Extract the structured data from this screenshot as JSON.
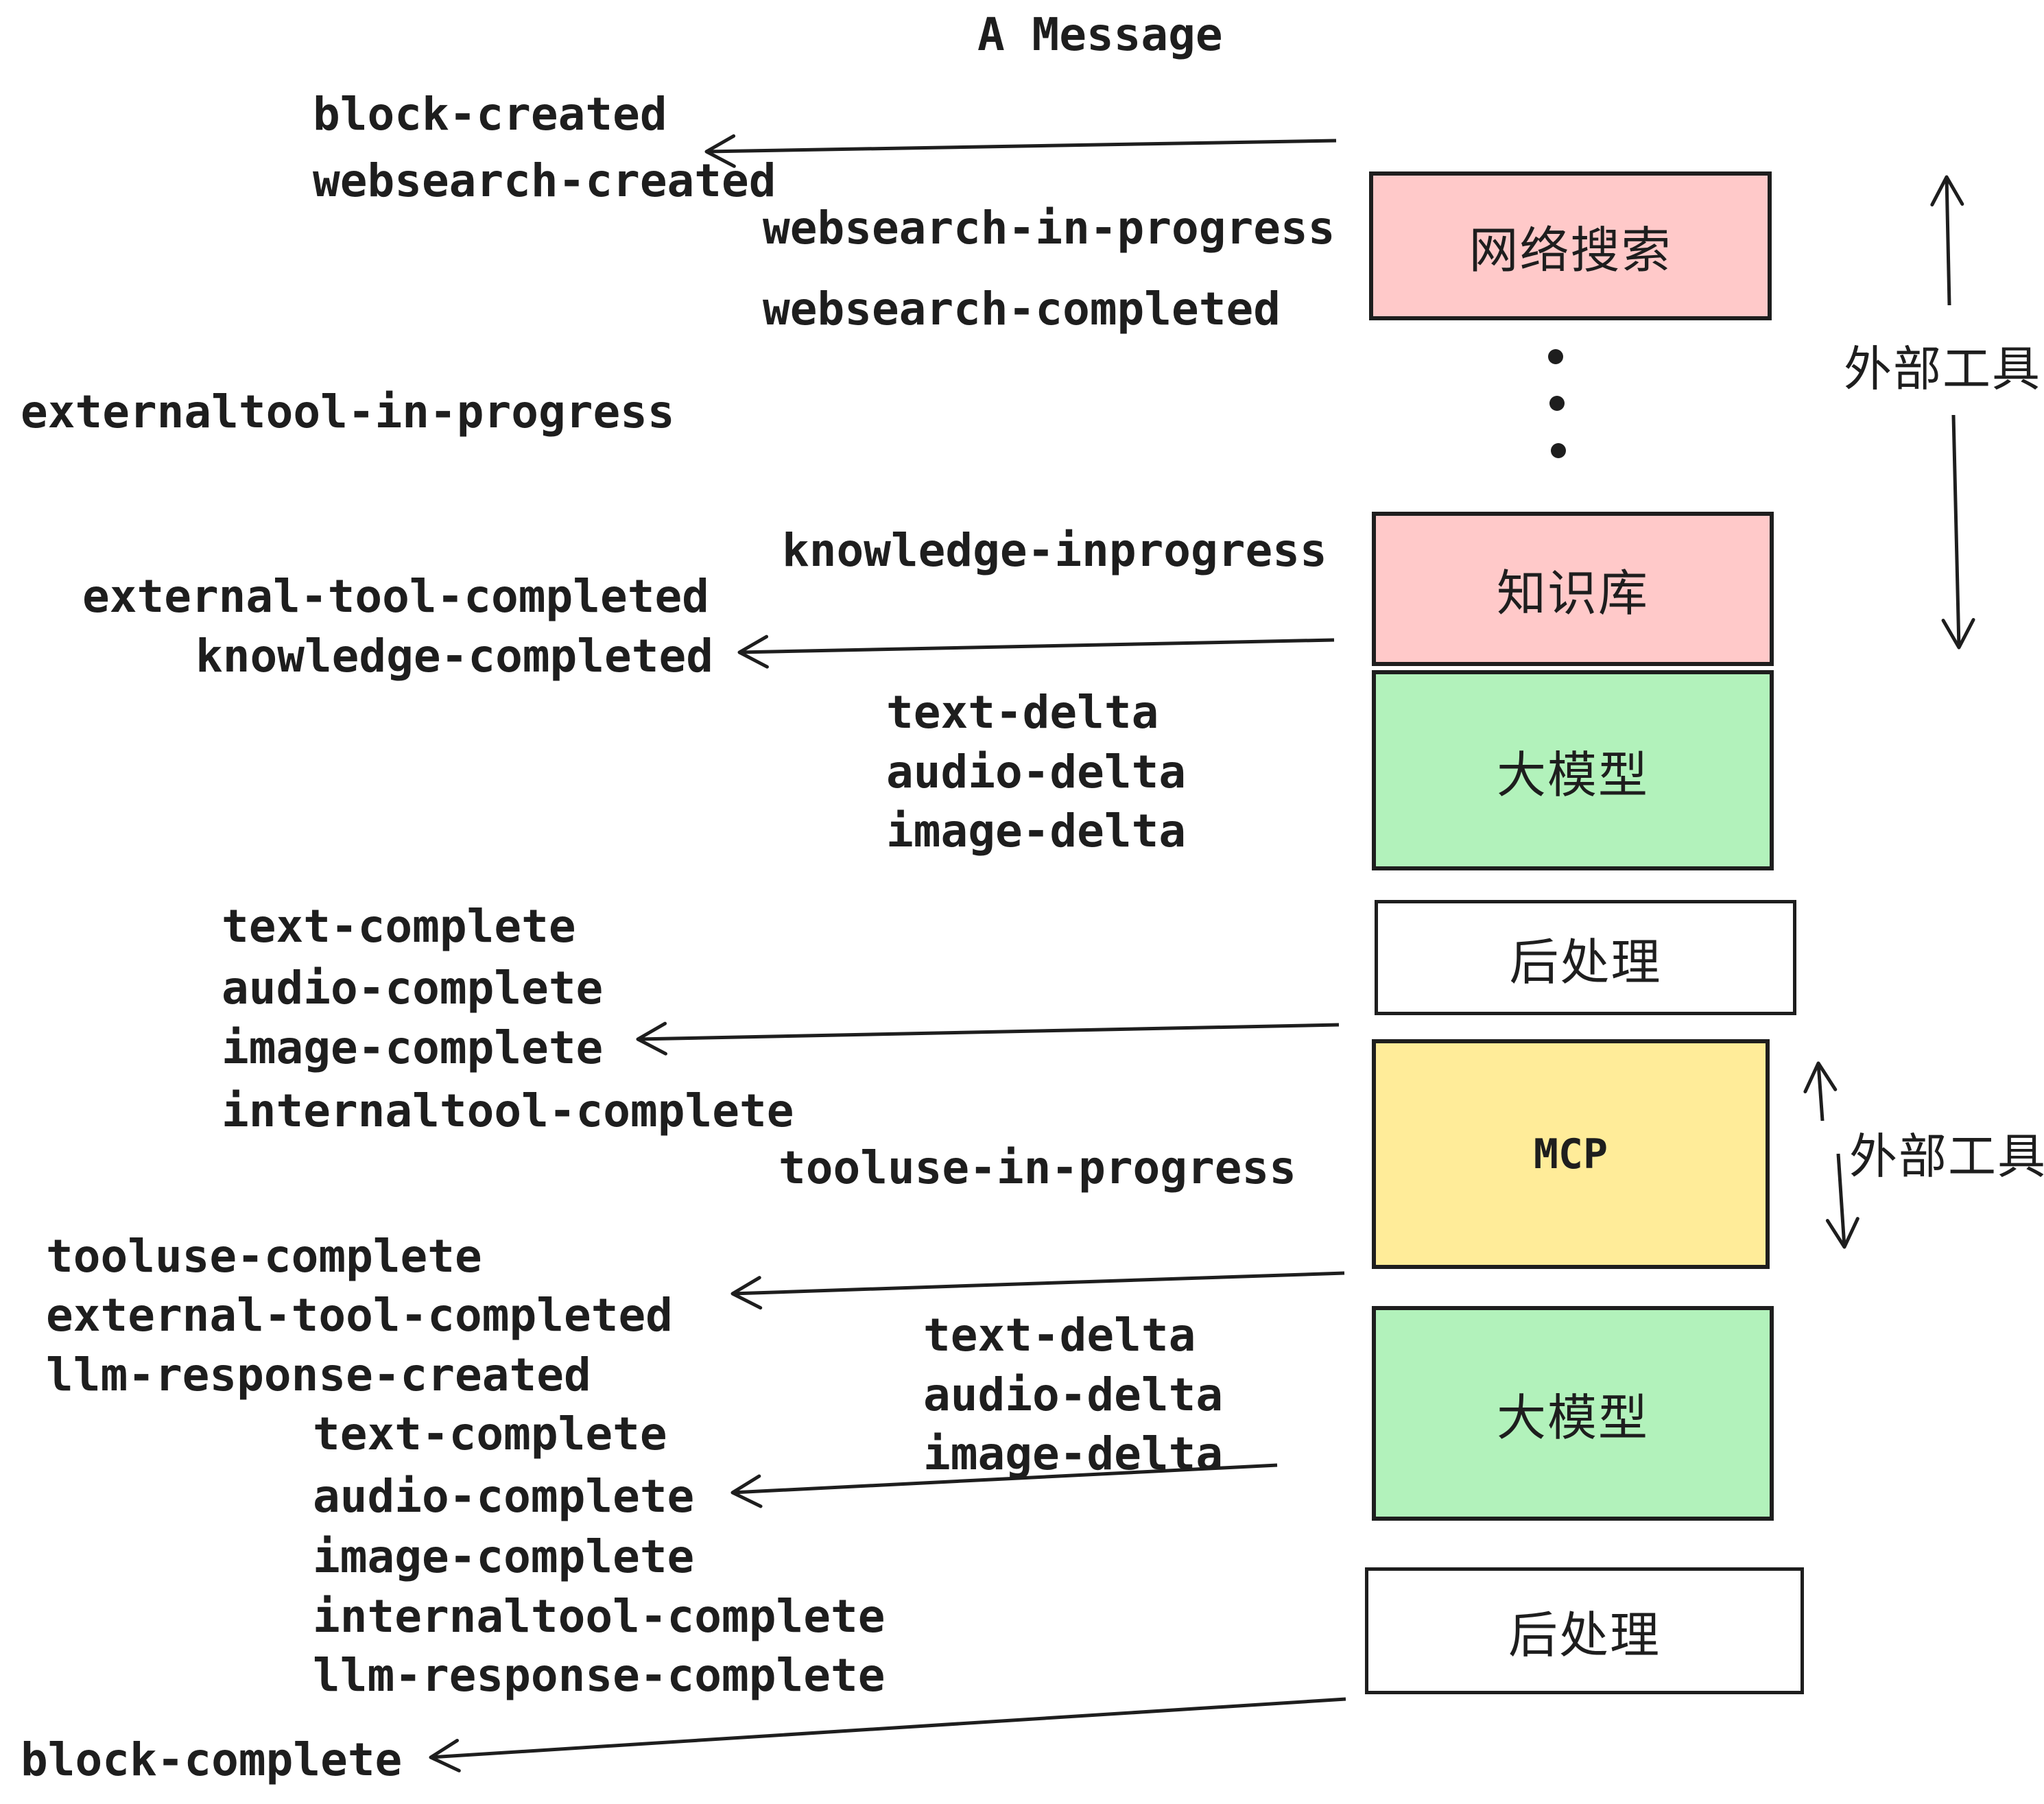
{
  "title": "A Message",
  "colors": {
    "stroke": "#1e1e1e",
    "pink": "#ffc9c9",
    "green": "#b2f2bb",
    "yellow": "#ffec99",
    "white": "#ffffff"
  },
  "boxes": {
    "websearch": {
      "label": "网络搜索"
    },
    "knowledge": {
      "label": "知识库"
    },
    "llm1": {
      "label": "大模型"
    },
    "post1": {
      "label": "后处理"
    },
    "mcp": {
      "label": "MCP"
    },
    "llm2": {
      "label": "大模型"
    },
    "post2": {
      "label": "后处理"
    }
  },
  "side_labels": {
    "external_tools_top": "外部工具",
    "external_tools_mid": "外部工具"
  },
  "events": {
    "block_created": "block-created",
    "websearch_created": "websearch-created",
    "websearch_in_progress": "websearch-in-progress",
    "websearch_completed": "websearch-completed",
    "externaltool_in_progress": "externaltool-in-progress",
    "knowledge_inprogress": "knowledge-inprogress",
    "external_tool_completed": "external-tool-completed",
    "knowledge_completed": "knowledge-completed",
    "text_delta_1": "text-delta",
    "audio_delta_1": "audio-delta",
    "image_delta_1": "image-delta",
    "text_complete_1": "text-complete",
    "audio_complete_1": "audio-complete",
    "image_complete_1": "image-complete",
    "internaltool_complete_1": "internaltool-complete",
    "tooluse_in_progress": "tooluse-in-progress",
    "tooluse_complete": "tooluse-complete",
    "external_tool_completed_2": "external-tool-completed",
    "llm_response_created": "llm-response-created",
    "text_delta_2": "text-delta",
    "audio_delta_2": "audio-delta",
    "image_delta_2": "image-delta",
    "text_complete_2": "text-complete",
    "audio_complete_2": "audio-complete",
    "image_complete_2": "image-complete",
    "internaltool_complete_2": "internaltool-complete",
    "llm_response_complete": "llm-response-complete",
    "block_complete": "block-complete"
  }
}
